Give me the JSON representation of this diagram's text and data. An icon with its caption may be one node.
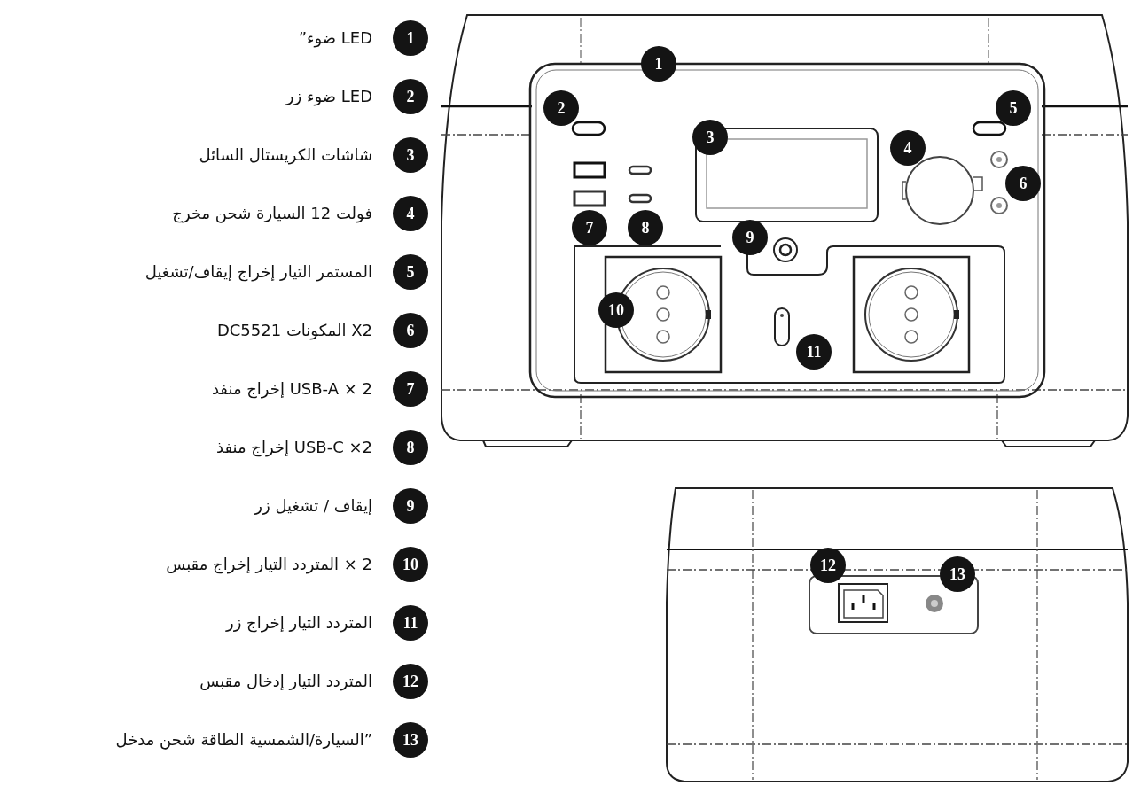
{
  "diagram": {
    "nodes": [
      {
        "text": [
          "1"
        ],
        "beside": [
          "LED ضوء”"
        ]
      },
      {
        "text": [
          "2"
        ],
        "beside": [
          "LED ضوء زر"
        ]
      },
      {
        "text": [
          "3"
        ],
        "beside": [
          "شاشات الكريستال السائل"
        ]
      },
      {
        "text": [
          "4"
        ],
        "beside": [
          "فولت 12 السيارة شحن مخرج"
        ]
      },
      {
        "text": [
          "5"
        ],
        "beside": [
          "المستمر التيار إخراج إيقاف/تشغيل"
        ]
      },
      {
        "text": [
          "6"
        ],
        "beside": [
          "X2 المكونات DC5521"
        ]
      },
      {
        "text": [
          "7"
        ],
        "beside": [
          "2 × USB-A إخراج منفذ"
        ]
      },
      {
        "text": [
          "8"
        ],
        "beside": [
          "2× USB-C إخراج منفذ"
        ]
      },
      {
        "text": [
          "9"
        ],
        "beside": [
          "إيقاف / تشغيل زر"
        ]
      },
      {
        "text": [
          "10"
        ],
        "beside": [
          "2 × المتردد التيار إخراج مقبس"
        ]
      },
      {
        "text": [
          "11"
        ],
        "beside": [
          "المتردد التيار إخراج زر"
        ]
      },
      {
        "text": [
          "12"
        ],
        "beside": [
          "المتردد التيار إدخال مقبس"
        ]
      },
      {
        "text": [
          "13"
        ],
        "beside": [
          "”السيارة/الشمسية الطاقة شحن مدخل"
        ]
      },
      {
        "text": [
          "1"
        ]
      },
      {
        "text": [
          "2"
        ]
      },
      {
        "text": [
          "5"
        ]
      },
      {
        "text": [
          "3"
        ]
      },
      {
        "text": [
          "4"
        ]
      },
      {
        "text": [
          "6"
        ]
      },
      {
        "text": [
          "7"
        ]
      },
      {
        "text": [
          "8"
        ]
      },
      {
        "text": [
          "9"
        ]
      },
      {
        "text": [
          "10"
        ]
      },
      {
        "text": [
          "11"
        ]
      },
      {
        "text": [
          "12"
        ]
      },
      {
        "text": [
          "13"
        ]
      }
    ]
  }
}
